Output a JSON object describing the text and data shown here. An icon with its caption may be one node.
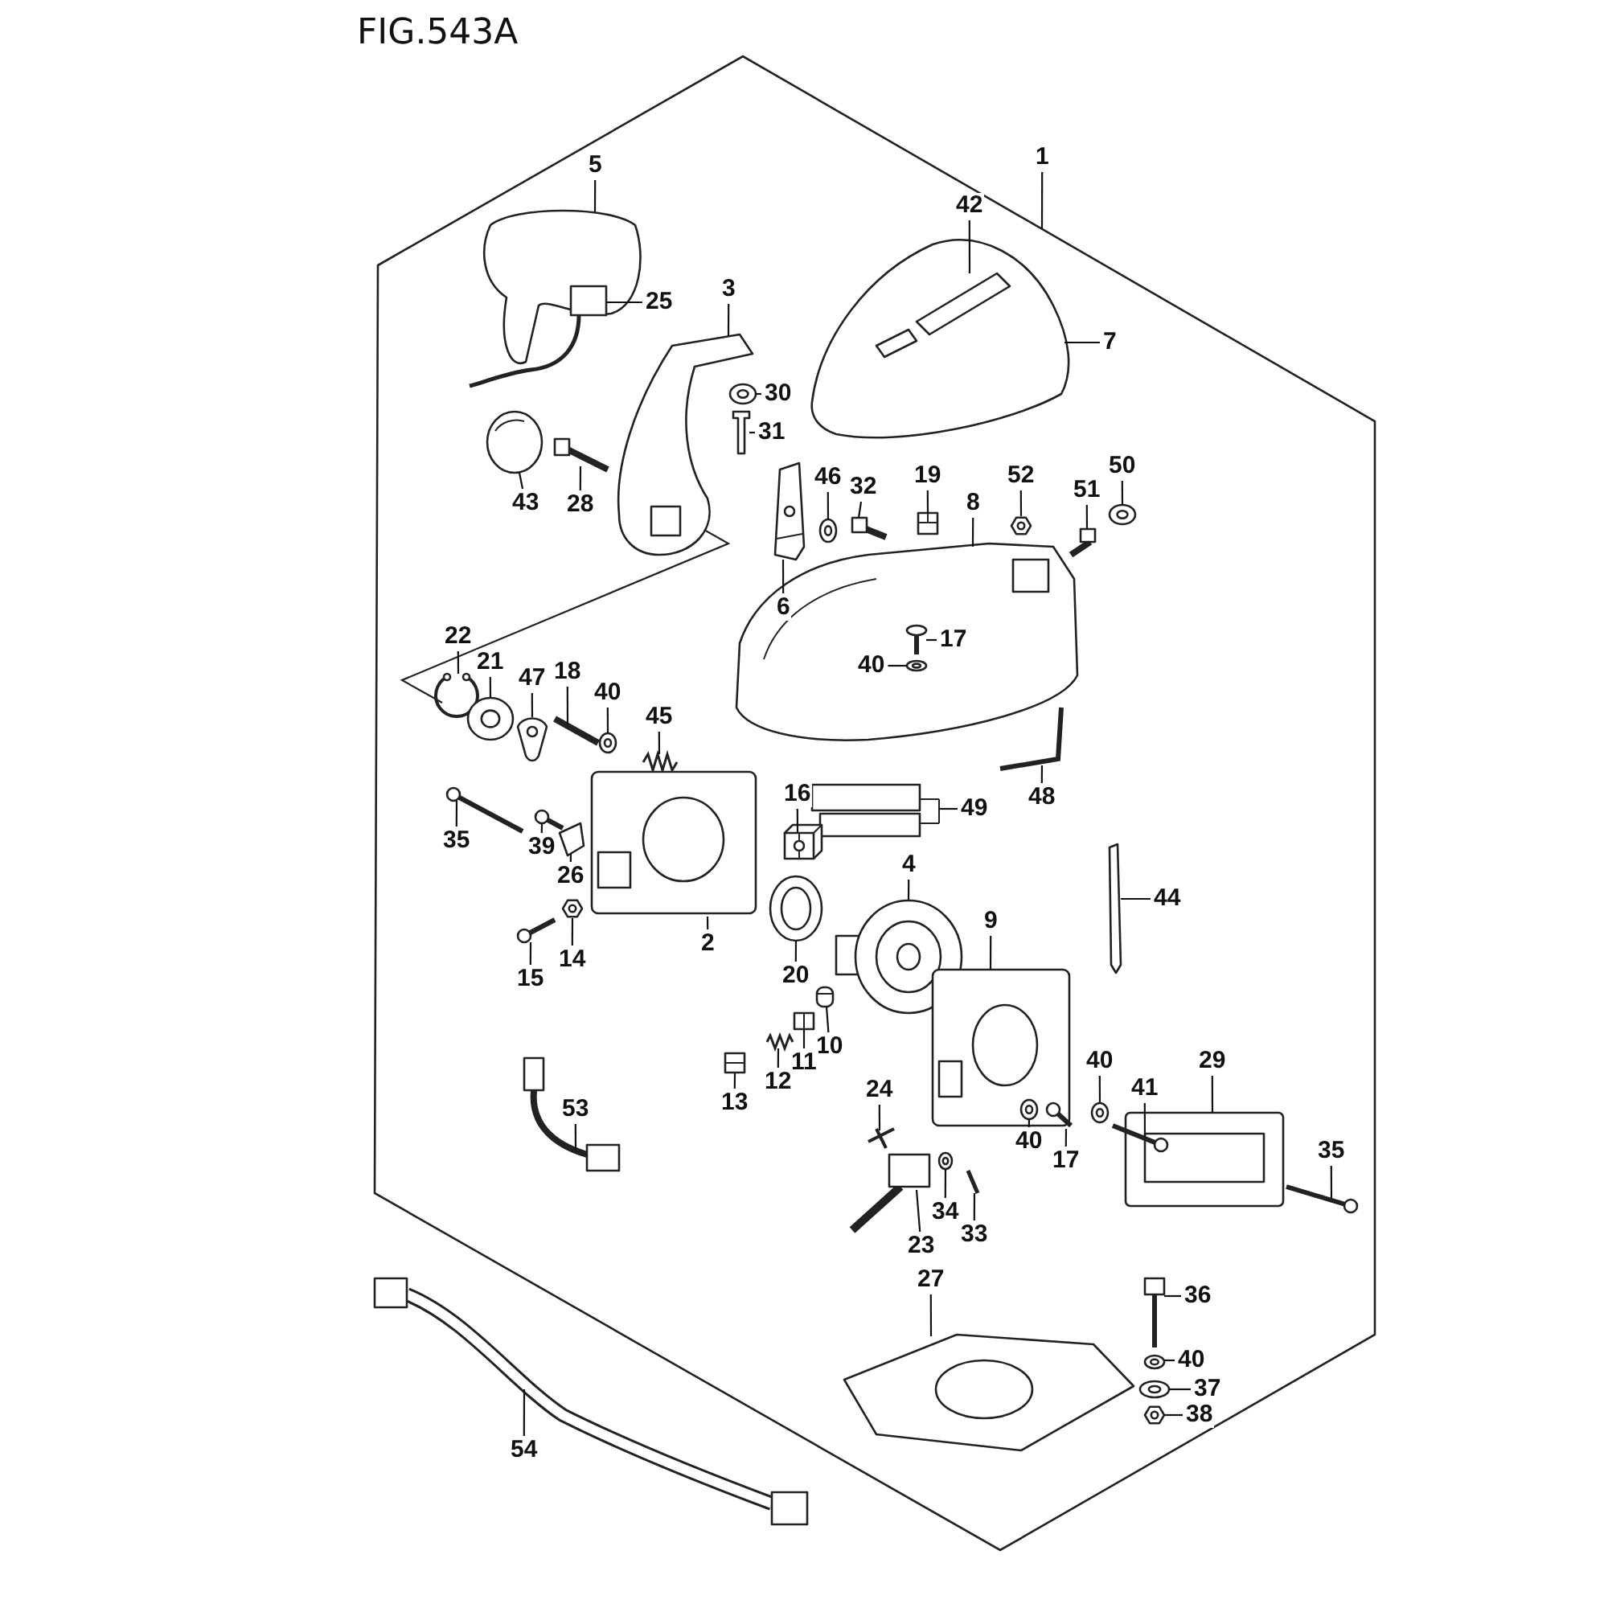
{
  "diagram": {
    "title": "FIG.543A",
    "nodes": [
      {
        "text": [],
        "shape": "hexagon"
      },
      {
        "text": [
          "1"
        ]
      },
      {
        "text": [
          "5"
        ],
        "in": 0
      },
      {
        "text": [
          "42"
        ],
        "in": 0
      },
      {
        "text": [
          "3"
        ],
        "in": 0
      },
      {
        "text": [
          "25"
        ],
        "in": 0
      },
      {
        "text": [
          "7"
        ],
        "in": 0
      },
      {
        "text": [
          "30"
        ],
        "in": 0
      },
      {
        "text": [
          "31"
        ],
        "in": 0
      },
      {
        "text": [
          "50"
        ],
        "in": 0
      },
      {
        "text": [
          "46"
        ],
        "in": 0
      },
      {
        "text": [
          "19"
        ],
        "in": 0
      },
      {
        "text": [
          "52"
        ],
        "in": 0
      },
      {
        "text": [
          "51"
        ],
        "in": 0
      },
      {
        "text": [
          "43"
        ],
        "in": 0
      },
      {
        "text": [
          "28"
        ],
        "in": 0
      },
      {
        "text": [
          "32"
        ],
        "in": 0
      },
      {
        "text": [
          "8"
        ],
        "in": 0
      },
      {
        "text": [
          "6"
        ],
        "in": 75
      },
      {
        "text": [
          "17"
        ],
        "in": 75
      },
      {
        "text": [
          "40"
        ],
        "in": 75
      },
      {
        "text": [
          "22"
        ],
        "in": 0
      },
      {
        "text": [
          "21"
        ],
        "in": 0
      },
      {
        "text": [
          "47"
        ],
        "in": 0
      },
      {
        "text": [
          "18"
        ],
        "in": 0
      },
      {
        "text": [
          "40"
        ],
        "in": 0
      },
      {
        "text": [
          "45"
        ],
        "in": 0
      },
      {
        "text": [
          "48"
        ],
        "in": 0
      },
      {
        "text": [
          "49"
        ],
        "in": 0
      },
      {
        "text": [
          "35"
        ],
        "in": 0
      },
      {
        "text": [
          "39"
        ],
        "in": 0
      },
      {
        "text": [
          "26"
        ],
        "in": 0
      },
      {
        "text": [
          "16"
        ],
        "in": 0
      },
      {
        "text": [
          "4"
        ],
        "in": 0
      },
      {
        "text": [
          "44"
        ],
        "in": 0
      },
      {
        "text": [
          "9"
        ],
        "in": 0
      },
      {
        "text": [
          "2"
        ],
        "in": 0
      },
      {
        "text": [
          "14"
        ],
        "in": 0
      },
      {
        "text": [
          "15"
        ],
        "in": 0
      },
      {
        "text": [
          "20"
        ],
        "in": 0
      },
      {
        "text": [
          "10"
        ],
        "in": 0
      },
      {
        "text": [
          "11"
        ],
        "in": 0
      },
      {
        "text": [
          "12"
        ],
        "in": 0
      },
      {
        "text": [
          "13"
        ],
        "in": 0
      },
      {
        "text": [
          "40"
        ],
        "in": 0
      },
      {
        "text": [
          "29"
        ],
        "in": 0
      },
      {
        "text": [
          "41"
        ],
        "in": 0
      },
      {
        "text": [
          "53"
        ],
        "in": 105
      },
      {
        "text": [
          "24"
        ],
        "in": 0
      },
      {
        "text": [
          "40"
        ],
        "in": 0
      },
      {
        "text": [
          "17"
        ],
        "in": 0
      },
      {
        "text": [
          "35"
        ],
        "in": 0
      },
      {
        "text": [
          "34"
        ],
        "in": 0
      },
      {
        "text": [
          "23"
        ],
        "in": 0
      },
      {
        "text": [
          "33"
        ],
        "in": 0
      },
      {
        "text": [
          "27"
        ],
        "in": 0
      },
      {
        "text": [
          "36"
        ],
        "in": 0
      },
      {
        "text": [
          "40"
        ],
        "in": 0
      },
      {
        "text": [
          "37"
        ],
        "in": 0
      },
      {
        "text": [
          "38"
        ],
        "in": 0
      },
      {
        "text": [
          "54"
        ],
        "in": 118
      },
      {
        "text": [],
        "shape": "picture",
        "in": 0
      },
      {
        "text": [],
        "shape": "picture",
        "in": 0
      },
      {
        "text": [],
        "shape": "picture",
        "in": 0
      },
      {
        "text": [],
        "shape": "picture",
        "in": 0
      },
      {
        "text": [],
        "shape": "picture",
        "in": 0
      },
      {
        "text": [],
        "shape": "picture",
        "in": 0
      },
      {
        "text": [],
        "shape": "picture",
        "in": 0
      },
      {
        "text": [],
        "shape": "picture",
        "in": 0
      },
      {
        "text": [],
        "shape": "picture",
        "in": 0
      },
      {
        "text": [],
        "shape": "picture",
        "in": 0
      },
      {
        "text": [],
        "shape": "picture",
        "in": 0
      },
      {
        "text": [],
        "shape": "picture",
        "in": 0
      },
      {
        "text": [],
        "shape": "picture",
        "in": 0
      },
      {
        "text": [],
        "shape": "picture",
        "in": 0
      },
      {
        "text": [],
        "shape": "picture",
        "in": 0
      },
      {
        "text": [],
        "shape": "picture",
        "in": 0
      },
      {
        "text": [],
        "shape": "picture",
        "in": 75
      },
      {
        "text": [],
        "shape": "picture",
        "in": 75
      },
      {
        "text": [],
        "shape": "picture",
        "in": 0
      },
      {
        "text": [],
        "shape": "picture",
        "in": 0
      },
      {
        "text": [],
        "shape": "picture",
        "in": 0
      },
      {
        "text": [],
        "shape": "picture",
        "in": 0
      },
      {
        "text": [],
        "shape": "picture",
        "in": 0
      },
      {
        "text": [],
        "shape": "picture",
        "in": 0
      },
      {
        "text": [],
        "shape": "picture",
        "in": 0
      },
      {
        "text": [],
        "shape": "picture",
        "in": 0
      },
      {
        "text": [],
        "shape": "picture",
        "in": 0
      },
      {
        "text": [],
        "shape": "picture",
        "in": 0
      },
      {
        "text": [],
        "shape": "picture",
        "in": 0
      },
      {
        "text": [],
        "shape": "picture",
        "in": 0
      },
      {
        "text": [],
        "shape": "picture",
        "in": 0
      },
      {
        "text": [],
        "shape": "picture",
        "in": 0
      },
      {
        "text": [],
        "shape": "picture",
        "in": 0
      },
      {
        "text": [],
        "shape": "picture",
        "in": 0
      },
      {
        "text": [],
        "shape": "picture",
        "in": 0
      },
      {
        "text": [],
        "shape": "picture",
        "in": 0
      },
      {
        "text": [],
        "shape": "picture",
        "in": 0
      },
      {
        "text": [],
        "shape": "picture",
        "in": 0
      },
      {
        "text": [],
        "shape": "picture",
        "in": 0
      },
      {
        "text": [],
        "shape": "picture",
        "in": 0
      },
      {
        "text": [],
        "shape": "picture",
        "in": 0
      },
      {
        "text": [],
        "shape": "picture",
        "in": 0
      },
      {
        "text": [],
        "shape": "picture",
        "in": 0
      },
      {
        "text": [],
        "shape": "picture",
        "in": 0
      },
      {
        "text": [],
        "shape": "picture",
        "in": 0
      },
      {
        "text": [],
        "shape": "picture",
        "in": 0
      },
      {
        "text": [],
        "shape": "picture",
        "in": 93
      },
      {
        "text": [],
        "shape": "picture",
        "in": 93
      },
      {
        "text": [],
        "shape": "picture",
        "in": 0
      },
      {
        "text": [],
        "shape": "picture",
        "in": 0
      },
      {
        "text": [],
        "shape": "picture",
        "in": 0
      },
      {
        "text": [],
        "shape": "picture",
        "in": 0
      },
      {
        "text": [],
        "shape": "picture",
        "in": 0
      },
      {
        "text": [],
        "shape": "picture",
        "in": 0
      },
      {
        "text": [],
        "shape": "picture",
        "in": 0
      },
      {
        "text": [],
        "shape": "picture",
        "in": 0
      },
      {
        "text": [],
        "shape": "picture",
        "in": 0
      },
      {
        "text": [],
        "shape": "picture"
      }
    ],
    "edges": [
      {
        "from": 1,
        "to": 0,
        "arrow": "none"
      },
      {
        "from": 2,
        "to": 61,
        "arrow": "none"
      },
      {
        "from": 3,
        "to": 62,
        "arrow": "none"
      },
      {
        "from": 4,
        "to": 63,
        "arrow": "none"
      },
      {
        "from": 5,
        "to": 64,
        "arrow": "none"
      },
      {
        "from": 6,
        "to": 62,
        "arrow": "none"
      },
      {
        "from": 7,
        "to": 65,
        "arrow": "none"
      },
      {
        "from": 8,
        "to": 66,
        "arrow": "none"
      },
      {
        "from": 9,
        "to": 67,
        "arrow": "none"
      },
      {
        "from": 10,
        "to": 68,
        "arrow": "none"
      },
      {
        "from": 11,
        "to": 69,
        "arrow": "none"
      },
      {
        "from": 12,
        "to": 70,
        "arrow": "none"
      },
      {
        "from": 13,
        "to": 71,
        "arrow": "none"
      },
      {
        "from": 14,
        "to": 72,
        "arrow": "none"
      },
      {
        "from": 15,
        "to": 73,
        "arrow": "none"
      },
      {
        "from": 16,
        "to": 74,
        "arrow": "none"
      },
      {
        "from": 17,
        "to": 75,
        "arrow": "none"
      },
      {
        "from": 18,
        "to": 76,
        "arrow": "none"
      },
      {
        "from": 19,
        "to": 77,
        "arrow": "none"
      },
      {
        "from": 20,
        "to": 78,
        "arrow": "none"
      },
      {
        "from": 21,
        "to": 79,
        "arrow": "none"
      },
      {
        "from": 22,
        "to": 80,
        "arrow": "none"
      },
      {
        "from": 23,
        "to": 81,
        "arrow": "none"
      },
      {
        "from": 24,
        "to": 82,
        "arrow": "none"
      },
      {
        "from": 25,
        "to": 83,
        "arrow": "none"
      },
      {
        "from": 26,
        "to": 84,
        "arrow": "none"
      },
      {
        "from": 27,
        "to": 85,
        "arrow": "none"
      },
      {
        "from": 28,
        "to": 86,
        "arrow": "none"
      },
      {
        "from": 29,
        "to": 87,
        "arrow": "none"
      },
      {
        "from": 30,
        "to": 88,
        "arrow": "none"
      },
      {
        "from": 31,
        "to": 89,
        "arrow": "none"
      },
      {
        "from": 32,
        "to": 90,
        "arrow": "none"
      },
      {
        "from": 33,
        "to": 91,
        "arrow": "none"
      },
      {
        "from": 34,
        "to": 92,
        "arrow": "none"
      },
      {
        "from": 35,
        "to": 93,
        "arrow": "none"
      },
      {
        "from": 36,
        "to": 94,
        "arrow": "none"
      },
      {
        "from": 37,
        "to": 95,
        "arrow": "none"
      },
      {
        "from": 38,
        "to": 96,
        "arrow": "none"
      },
      {
        "from": 39,
        "to": 97,
        "arrow": "none"
      },
      {
        "from": 40,
        "to": 98,
        "arrow": "none"
      },
      {
        "from": 41,
        "to": 99,
        "arrow": "none"
      },
      {
        "from": 42,
        "to": 100,
        "arrow": "none"
      },
      {
        "from": 43,
        "to": 101,
        "arrow": "none"
      },
      {
        "from": 44,
        "to": 102,
        "arrow": "none"
      },
      {
        "from": 45,
        "to": 103,
        "arrow": "none"
      },
      {
        "from": 46,
        "to": 104,
        "arrow": "none"
      },
      {
        "from": 47,
        "to": 105,
        "arrow": "none"
      },
      {
        "from": 48,
        "to": 106,
        "arrow": "none"
      },
      {
        "from": 49,
        "to": 107,
        "arrow": "none"
      },
      {
        "from": 50,
        "to": 108,
        "arrow": "none"
      },
      {
        "from": 51,
        "to": 109,
        "arrow": "none"
      },
      {
        "from": 52,
        "to": 110,
        "arrow": "none"
      },
      {
        "from": 53,
        "to": 111,
        "arrow": "none"
      },
      {
        "from": 54,
        "to": 112,
        "arrow": "none"
      },
      {
        "from": 55,
        "to": 113,
        "arrow": "none"
      },
      {
        "from": 56,
        "to": 114,
        "arrow": "none"
      },
      {
        "from": 57,
        "to": 115,
        "arrow": "none"
      },
      {
        "from": 58,
        "to": 116,
        "arrow": "none"
      },
      {
        "from": 59,
        "to": 117,
        "arrow": "none"
      },
      {
        "from": 60,
        "to": 118,
        "arrow": "none"
      }
    ]
  }
}
